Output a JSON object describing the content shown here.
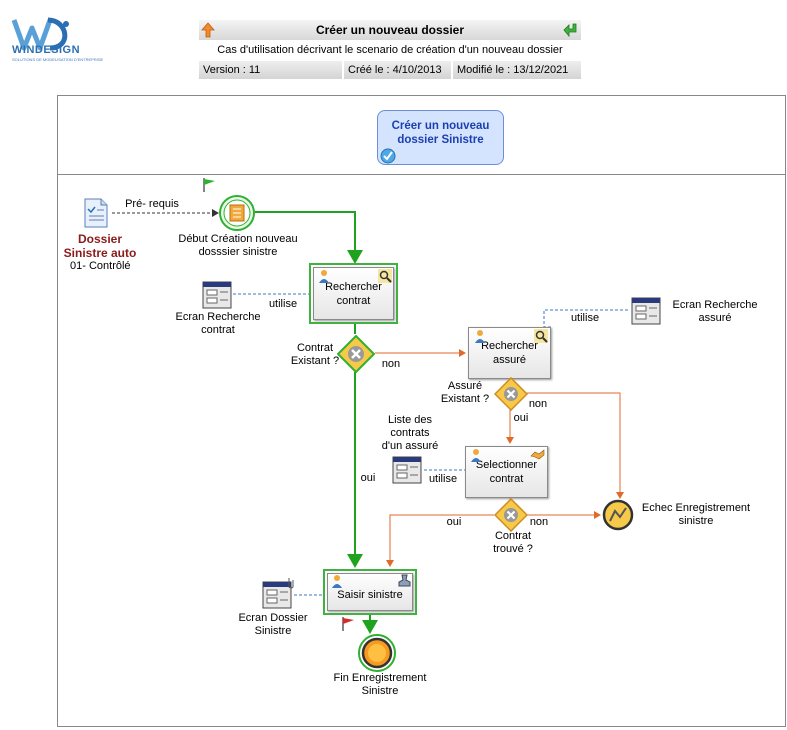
{
  "logo": {
    "text": "WINDESIGN",
    "sub": "SOLUTIONS DE MODELISATION D'ENTREPRISE"
  },
  "header": {
    "title": "Créer un nouveau dossier",
    "subtitle": "Cas d'utilisation décrivant le scenario de création d'un nouveau dossier",
    "version": "Version : 11",
    "created": "Créé le : 4/10/2013",
    "modified": "Modifié le : 13/12/2021"
  },
  "lanes": {
    "title": "Créer un nouveau dossier Sinistre"
  },
  "nodes": {
    "prereq_doc_title": "Dossier Sinistre auto",
    "prereq_doc_title_l1": "Dossier",
    "prereq_doc_title_l2": "Sinistre auto",
    "prereq_doc_state": "01- Contrôlé",
    "prereq_label": "Pré- requis",
    "start_l1": "Début Création nouveau",
    "start_l2": "dosssier sinistre",
    "search_contract_l1": "Rechercher",
    "search_contract_l2": "contrat",
    "screen_contract_l1": "Ecran Recherche",
    "screen_contract_l2": "contrat",
    "uses1": "utilise",
    "gw1_l1": "Contrat",
    "gw1_l2": "Existant ?",
    "non1": "non",
    "oui1": "oui",
    "search_insured_l1": "Rechercher",
    "search_insured_l2": "assuré",
    "uses2": "utilise",
    "screen_insured_l1": "Ecran Recherche",
    "screen_insured_l2": "assuré",
    "gw2_l1": "Assuré",
    "gw2_l2": "Existant ?",
    "non2": "non",
    "oui2": "oui",
    "list_l1": "Liste des",
    "list_l2": "contrats",
    "list_l3": "d'un assuré",
    "uses3": "utilise",
    "select_contract_l1": "Selectionner",
    "select_contract_l2": "contrat",
    "gw3_l1": "Contrat",
    "gw3_l2": "trouvé ?",
    "oui3": "oui",
    "non3": "non",
    "fail_l1": "Echec Enregistrement",
    "fail_l2": "sinistre",
    "enter_claim": "Saisir sinistre",
    "screen_claim_l1": "Ecran Dossier",
    "screen_claim_l2": "Sinistre",
    "end_l1": "Fin Enregistrement",
    "end_l2": "Sinistre"
  },
  "colors": {
    "flow_green": "#1fa31f",
    "flow_orange": "#e06a2a",
    "assoc_blue": "#3a78c4",
    "title_text": "#1b3fb0",
    "doc_title": "#8b1a1a"
  }
}
